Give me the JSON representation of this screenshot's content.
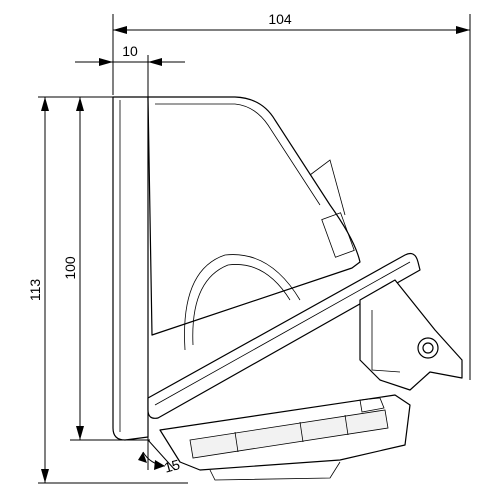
{
  "drawing": {
    "dimensions": {
      "overall_width": "104",
      "offset_width": "10",
      "overall_height": "113",
      "front_height": "100",
      "tilt_angle": "15°"
    }
  }
}
